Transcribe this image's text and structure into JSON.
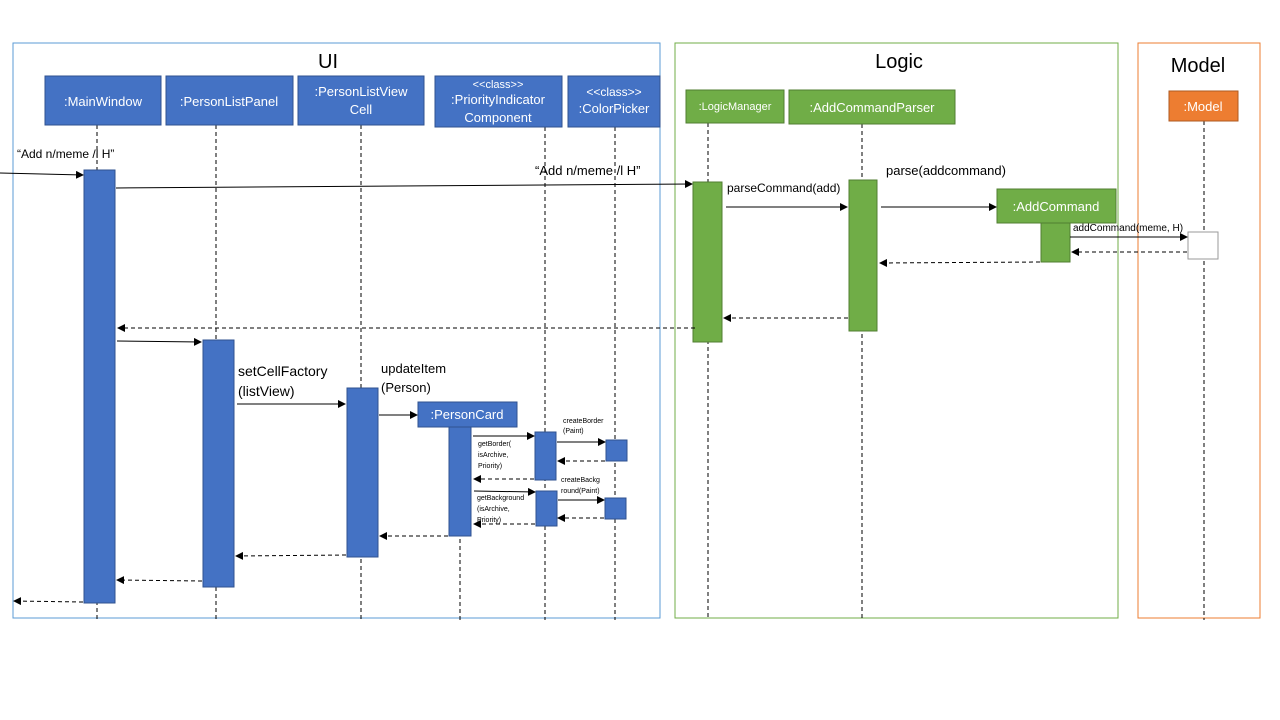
{
  "colors": {
    "ui": "#4472c4",
    "logic": "#70ad47",
    "model": "#ed7d31",
    "frame_ui": "#5b9bd5",
    "frame_logic": "#70ad47",
    "frame_model": "#ed7d31"
  },
  "frames": {
    "ui": "UI",
    "logic": "Logic",
    "model": "Model"
  },
  "participants": {
    "main_window": ":MainWindow",
    "person_list_panel": ":PersonListPanel",
    "person_list_view_cell": [
      ":PersonListView",
      "Cell"
    ],
    "priority_indicator": [
      "<<class>>",
      ":PriorityIndicator",
      "Component"
    ],
    "color_picker": [
      "<<class>>",
      ":ColorPicker"
    ],
    "logic_manager": ":LogicManager",
    "add_command_parser": ":AddCommandParser",
    "model": ":Model",
    "add_command": ":AddCommand",
    "person_card": ":PersonCard"
  },
  "messages": {
    "user_input": "“Add n/meme  /l H”",
    "execute": "“Add n/meme  /l H”",
    "parse_command": "parseCommand(add)",
    "parse": "parse(addcommand)",
    "add_command_call": "addCommand(meme, H)",
    "set_cell_factory": [
      "setCellFactory",
      "(listView)"
    ],
    "update_item": [
      "updateItem",
      "(Person)"
    ],
    "create_border": [
      "createBorder",
      "(Paint)"
    ],
    "get_border": [
      "getBorder(",
      "isArchive,",
      "Priority)"
    ],
    "create_background": [
      "createBackg",
      "round(Paint)"
    ],
    "get_background": [
      "getBackground",
      "(isArchive,",
      "Priority)"
    ]
  }
}
